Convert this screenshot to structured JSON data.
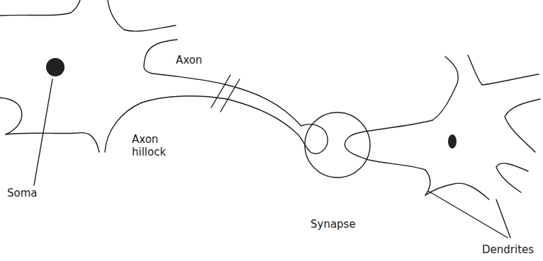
{
  "diagram": {
    "labels": [
      "Soma",
      "Axon",
      "Axon hillock",
      "Synapse",
      "Dendrites"
    ]
  }
}
